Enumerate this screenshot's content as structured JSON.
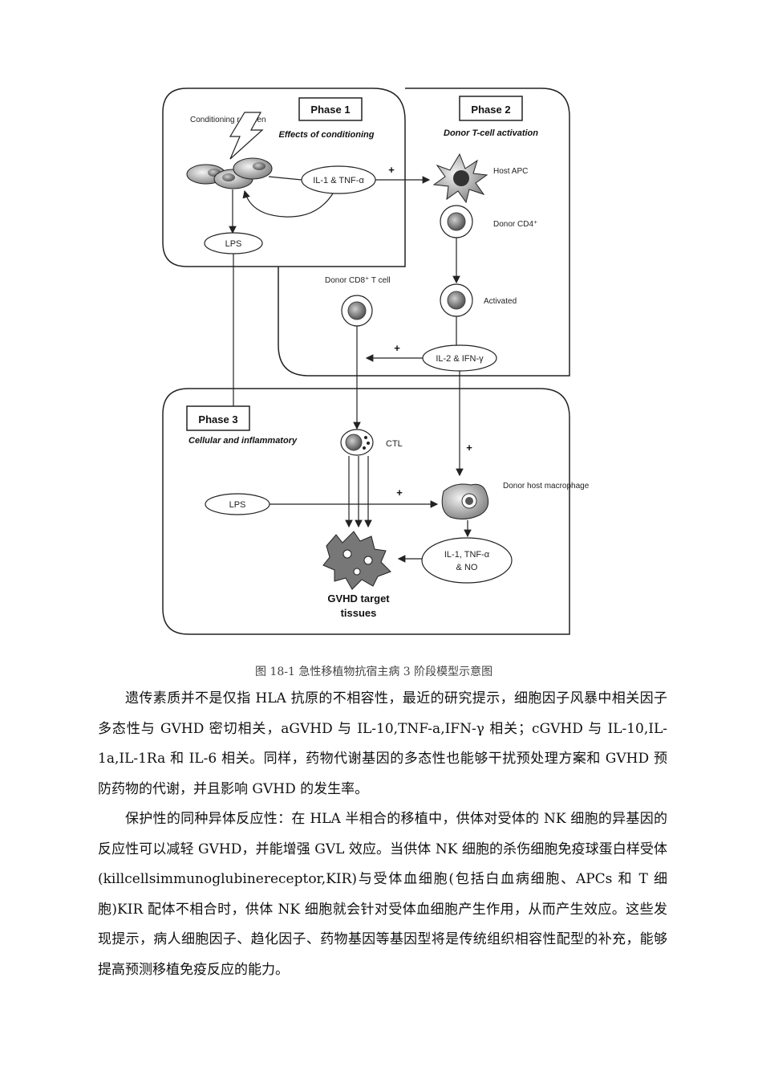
{
  "figure": {
    "phase1": {
      "title": "Phase 1",
      "subtitle": "Effects of conditioning",
      "conditioning_label": "Conditioning regimen"
    },
    "phase2": {
      "title": "Phase 2",
      "subtitle": "Donor T-cell activation",
      "host_apc": "Host APC",
      "donor_cd4": "Donor CD4⁺",
      "activated": "Activated",
      "il2": "IL-2 & IFN-γ"
    },
    "phase3": {
      "title": "Phase 3",
      "subtitle": "Cellular and inflammatory",
      "lps": "LPS",
      "ctl": "CTL",
      "macrophage": "Donor host macrophage",
      "cytokines_line1": "IL-1, TNF-α",
      "cytokines_line2": "& NO",
      "target_line1": "GVHD target",
      "target_line2": "tissues"
    },
    "il1_tnf": "IL-1 & TNF-α",
    "lps_top": "LPS",
    "donor_cd8": "Donor CD8⁺ T cell",
    "plus": "+"
  },
  "caption": "图 18-1 急性移植物抗宿主病 3 阶段模型示意图",
  "paragraphs": [
    "遗传素质并不是仅指 HLA 抗原的不相容性，最近的研究提示，细胞因子风暴中相关因子多态性与 GVHD 密切相关，aGVHD 与 IL-10,TNF-a,IFN-γ 相关；cGVHD 与 IL-10,IL-1a,IL-1Ra 和 IL-6 相关。同样，药物代谢基因的多态性也能够干扰预处理方案和 GVHD 预防药物的代谢，并且影响 GVHD 的发生率。",
    "保护性的同种异体反应性：在 HLA 半相合的移植中，供体对受体的 NK 细胞的异基因的反应性可以减轻 GVHD，并能增强 GVL 效应。当供体 NK 细胞的杀伤细胞免疫球蛋白样受体(killcellsimmunoglubinereceptor,KIR)与受体血细胞(包括白血病细胞、APCs 和 T 细胞)KIR 配体不相合时，供体 NK 细胞就会针对受体血细胞产生作用，从而产生效应。这些发现提示，病人细胞因子、趋化因子、药物基因等基因型将是传统组织相容性配型的补充，能够提高预测移植免疫反应的能力。"
  ]
}
